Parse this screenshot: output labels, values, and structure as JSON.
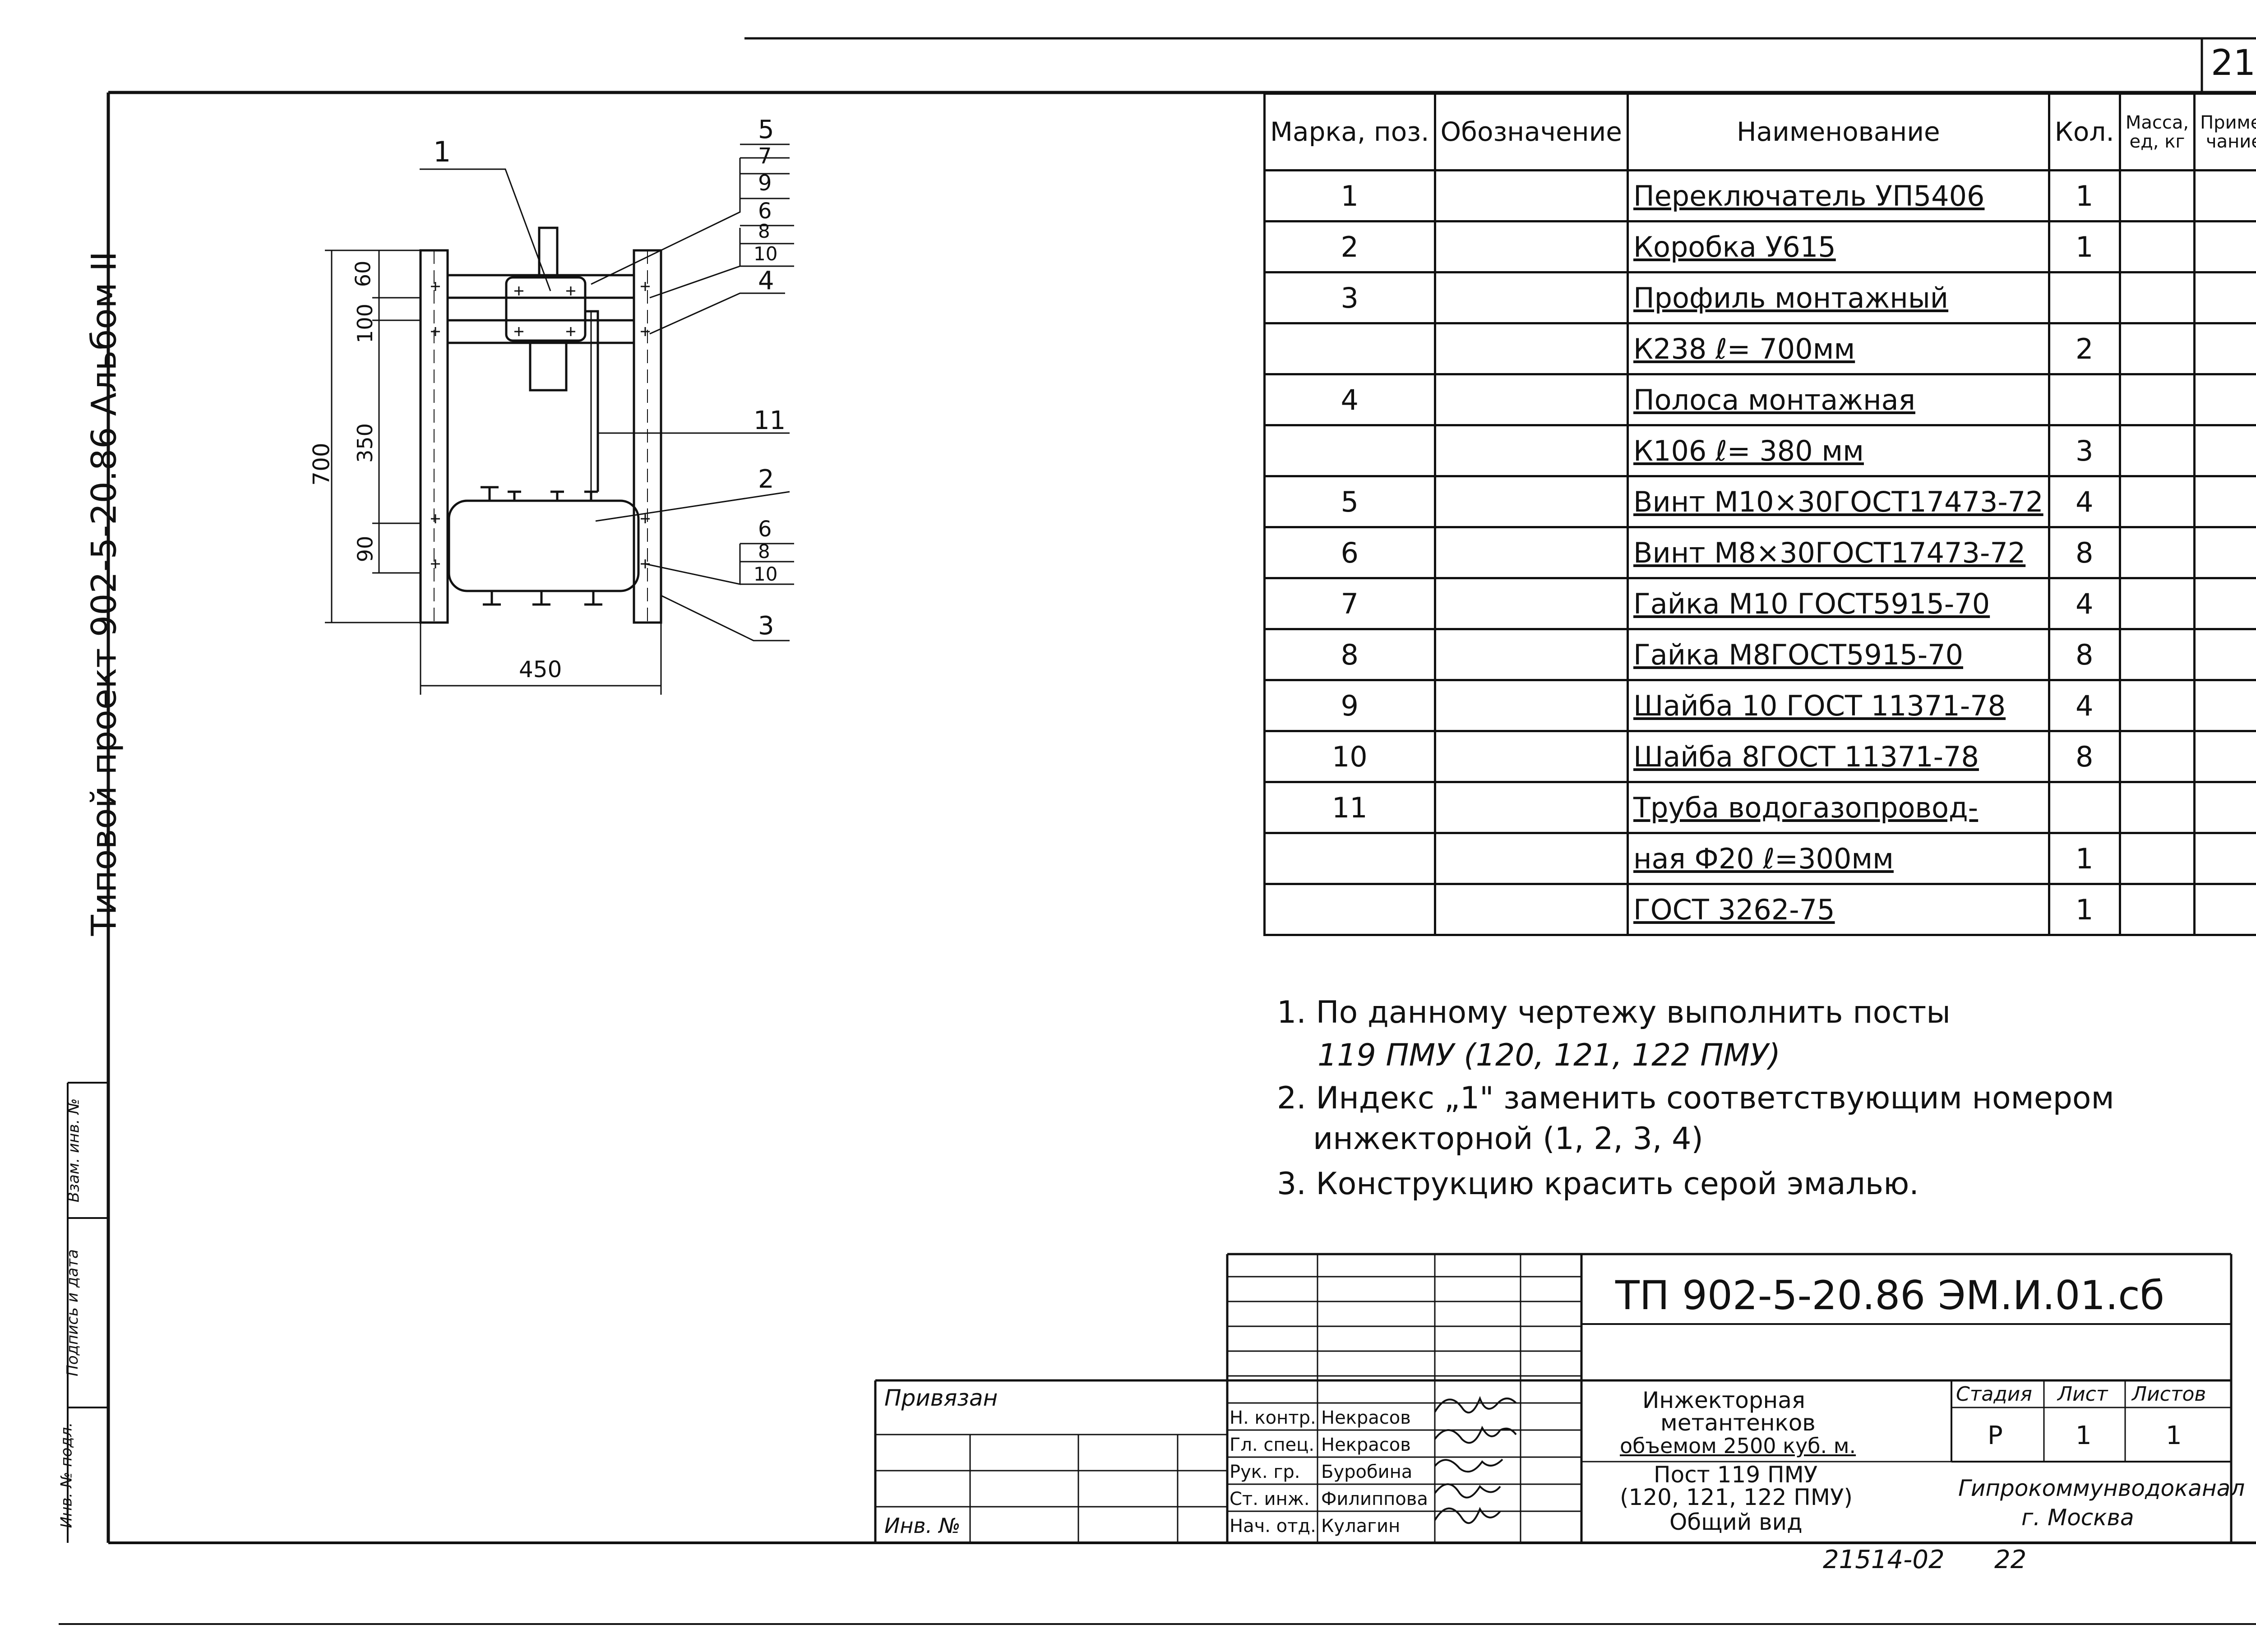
{
  "page_number": "21",
  "side_title": "Типовой проект 902-5-20.86   Альбом II",
  "side_fields": [
    "Взам. инв. №",
    "Подпись и дата",
    "Инв. № подл."
  ],
  "drawing": {
    "callouts": [
      "1",
      "5",
      "7",
      "9",
      "6",
      "8",
      "10",
      "4",
      "11",
      "2",
      "6",
      "8",
      "10",
      "3"
    ],
    "dimensions": {
      "total_height": "700",
      "upper_a": "60",
      "upper_b": "100",
      "middle": "350",
      "lower": "90",
      "width": "450"
    }
  },
  "spec_table": {
    "headers": [
      "Марка, поз.",
      "Обозначение",
      "Наименование",
      "Кол.",
      "Масса, ед, кг",
      "Приме- чание"
    ],
    "rows": [
      {
        "pos": "1",
        "name": "Переключатель УП5406",
        "qty": "1"
      },
      {
        "pos": "2",
        "name": "Коробка У615",
        "qty": "1"
      },
      {
        "pos": "3",
        "name": "Профиль монтажный",
        "qty": ""
      },
      {
        "pos": "",
        "name": "К238      ℓ= 700мм",
        "qty": "2"
      },
      {
        "pos": "4",
        "name": "Полоса монтажная",
        "qty": ""
      },
      {
        "pos": "",
        "name": "К106  ℓ= 380 мм",
        "qty": "3"
      },
      {
        "pos": "5",
        "name": "Винт М10×30ГОСТ17473-72",
        "qty": "4"
      },
      {
        "pos": "6",
        "name": "Винт М8×30ГОСТ17473-72",
        "qty": "8"
      },
      {
        "pos": "7",
        "name": "Гайка М10 ГОСТ5915-70",
        "qty": "4"
      },
      {
        "pos": "8",
        "name": "Гайка М8ГОСТ5915-70",
        "qty": "8"
      },
      {
        "pos": "9",
        "name": "Шайба 10 ГОСТ 11371-78",
        "qty": "4"
      },
      {
        "pos": "10",
        "name": "Шайба 8ГОСТ 11371-78",
        "qty": "8"
      },
      {
        "pos": "11",
        "name": "Труба водогазопровод-",
        "qty": ""
      },
      {
        "pos": "",
        "name": "ная Ф20  ℓ=300мм",
        "qty": "1"
      },
      {
        "pos": "",
        "name": "ГОСТ 3262-75",
        "qty": "1"
      }
    ]
  },
  "notes": [
    "1. По данному чертежу выполнить      посты",
    "119 ПМУ (120, 121, 122 ПМУ)",
    "2. Индекс „1\" заменить соответствующим номером",
    "инжекторной   (1, 2, 3, 4)",
    "3. Конструкцию   красить   серой   эмалью."
  ],
  "title_block": {
    "code": "ТП 902-5-20.86   ЭМ.И.01.сб",
    "privyazan": "Привязан",
    "inv_label": "Инв. №",
    "roles": [
      {
        "role": "Н. контр.",
        "name": "Некрасов"
      },
      {
        "role": "Гл. спец.",
        "name": "Некрасов"
      },
      {
        "role": "Рук. гр.",
        "name": "Буробина"
      },
      {
        "role": "Ст. инж.",
        "name": "Филиппова"
      },
      {
        "role": "Нач. отд.",
        "name": "Кулагин"
      }
    ],
    "description": [
      "Инжекторная",
      "метантенков",
      "объемом 2500 куб. м.",
      "Пост 119 ПМУ",
      "(120, 121, 122 ПМУ)",
      "Общий вид"
    ],
    "stage_label": "Стадия",
    "sheet_label": "Лист",
    "sheets_label": "Листов",
    "stage": "Р",
    "sheet": "1",
    "sheets": "1",
    "organization": [
      "Гипрокоммунводоканал",
      "г. Москва"
    ]
  },
  "footer": {
    "inventory": "21514-02",
    "format": "22"
  }
}
